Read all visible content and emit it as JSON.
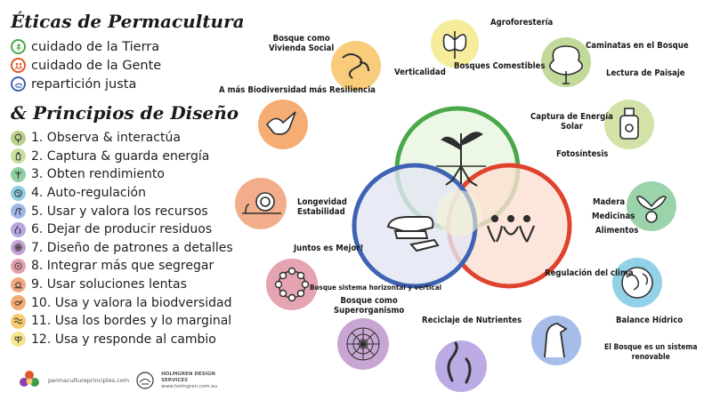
{
  "ethics": {
    "title": "Éticas de Permacultura",
    "items": [
      {
        "label": "cuidado de la Tierra",
        "color": "#4aa84a",
        "icon": "earth-care-icon"
      },
      {
        "label": "cuidado de la Gente",
        "color": "#e0582d",
        "icon": "people-care-icon"
      },
      {
        "label": "repartición justa",
        "color": "#3f63b3",
        "icon": "fair-share-icon"
      }
    ]
  },
  "principles": {
    "title": "& Principios de Diseño",
    "items": [
      {
        "label": "1. Observa & interactúa",
        "color": "#b9cf8a",
        "icon": "tree-icon"
      },
      {
        "label": "2. Captura & guarda energía",
        "color": "#c9de9e",
        "icon": "jar-icon"
      },
      {
        "label": "3. Obten rendimiento",
        "color": "#8fcfa2",
        "icon": "veggie-icon"
      },
      {
        "label": "4. Auto-regulación",
        "color": "#8fcfe4",
        "icon": "globe-icon"
      },
      {
        "label": "5. Usar y valora los recursos",
        "color": "#9fb8e8",
        "icon": "horse-icon"
      },
      {
        "label": "6. Dejar de producir residuos",
        "color": "#b7a6e0",
        "icon": "worm-icon"
      },
      {
        "label": "7. Diseño de patrones a detalles",
        "color": "#c4a2cf",
        "icon": "spiderweb-icon"
      },
      {
        "label": "8. Integrar más que segregar",
        "color": "#e2a0ad",
        "icon": "circle-icon"
      },
      {
        "label": "9. Usar soluciones lentas",
        "color": "#f0a883",
        "icon": "snail-icon"
      },
      {
        "label": "10. Usa y valora la biodversidad",
        "color": "#f4ac72",
        "icon": "bird-icon"
      },
      {
        "label": "11. Usa los bordes y lo marginal",
        "color": "#f7c970",
        "icon": "waves-icon"
      },
      {
        "label": "12. Usa y responde al cambio",
        "color": "#f3e68d",
        "icon": "butterfly-icon"
      }
    ]
  },
  "footer": {
    "site": "permacultureprinciples.com",
    "brand": "HOLMGREN DESIGN SERVICES",
    "brand_url": "www.holmgren.com.au"
  },
  "diagram": {
    "labels": {
      "agroforesteria": "Agroforestería",
      "bosque_vivienda": "Bosque como\nVivienda Social",
      "verticalidad": "Verticalidad",
      "bosques_comestibles": "Bosques Comestibles",
      "caminatas": "Caminatas en el Bosque",
      "lectura_paisaje": "Lectura de Paisaje",
      "biodiversidad": "A más Biodiversidad más Resiliencia",
      "captura_energia": "Captura de Energía\nSolar",
      "fotosintesis": "Fotosíntesis",
      "longevidad": "Longevidad\nEstabilidad",
      "madera": "Madera",
      "medicinas": "Medicinas",
      "alimentos": "Alimentos",
      "juntos": "Juntos es Mejor!",
      "regulacion": "Regulación del clima",
      "bosque_sistema": "Bosque sistema horizontal y vertical",
      "superorganismo": "Bosque como\nSuperorganismo",
      "reciclaje": "Reciclaje de Nutrientes",
      "balance": "Balance Hídrico",
      "bosque_renovable": "El Bosque es un sistema\nrenovable"
    }
  }
}
